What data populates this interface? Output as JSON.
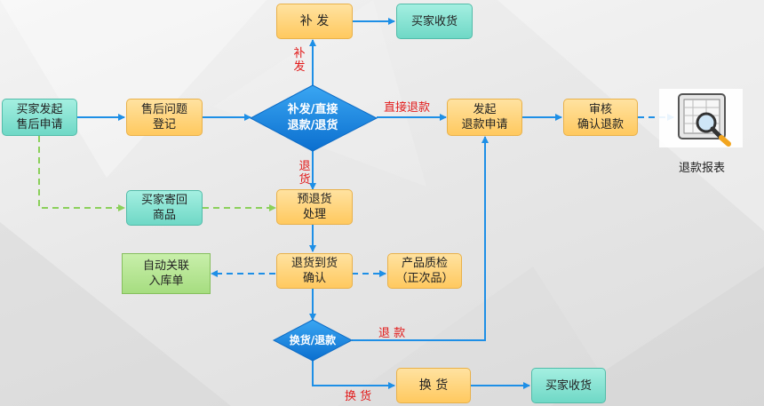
{
  "nodes": {
    "buyer_request": "买家发起\n售后申请",
    "register": "售后问题\n登记",
    "decision_main": "补发/直接\n退款/退货",
    "reissue": "补  发",
    "buyer_receive_top": "买家收货",
    "refund_request": "发起\n退款申请",
    "audit": "审核\n确认退款",
    "refund_report": "退款报表",
    "buyer_return": "买家寄回\n商品",
    "pre_return": "预退货\n处理",
    "return_arrived": "退货到货\n确认",
    "auto_link": "自动关联\n入库单",
    "quality_check": "产品质检\n（正次品）",
    "decision_exchange": "换货/退款",
    "exchange": "换  货",
    "buyer_receive_bottom": "买家收货"
  },
  "edge_labels": {
    "reissue": "补\n发",
    "direct_refund": "直接退款",
    "return": "退\n货",
    "refund": "退 款",
    "exchange": "换 货"
  },
  "colors": {
    "arrow": "#1e8fe6",
    "dashed_blue": "#1e8fe6",
    "dashed_green": "#8bd05a",
    "label": "#e21b1b",
    "diamond": "#1a86e0"
  }
}
